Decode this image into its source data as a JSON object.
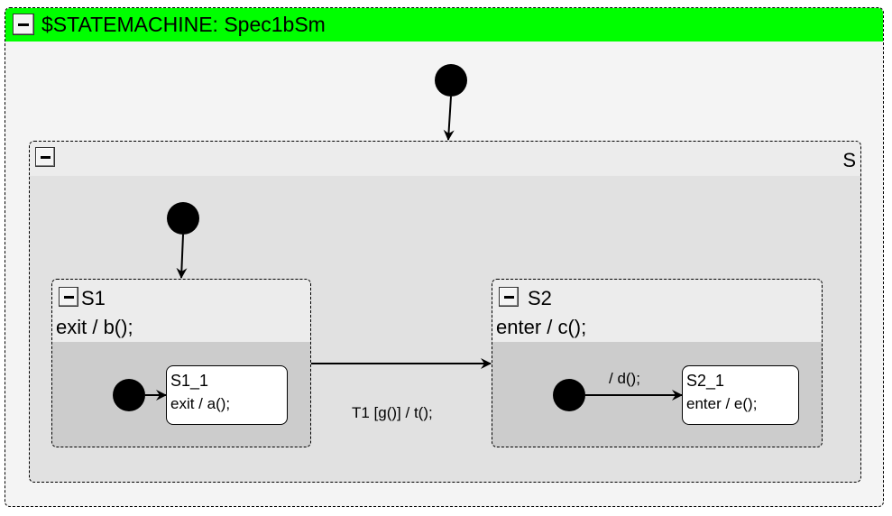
{
  "statemachine": {
    "title": "$STATEMACHINE: Spec1bSm",
    "header_color": "#00ff00"
  },
  "state_s": {
    "name": "S"
  },
  "state_s1": {
    "name": "S1",
    "action": "exit / b();"
  },
  "state_s1_1": {
    "name": "S1_1",
    "action": "exit / a();"
  },
  "state_s2": {
    "name": "S2",
    "action": "enter / c();"
  },
  "state_s2_1": {
    "name": "S2_1",
    "action": "enter / e();"
  },
  "transitions": {
    "t1_label": "T1 [g()] / t();",
    "s2_init_label": "/ d();"
  },
  "icons": {
    "collapse": "minus-box-icon",
    "initial": "filled-circle-icon"
  }
}
